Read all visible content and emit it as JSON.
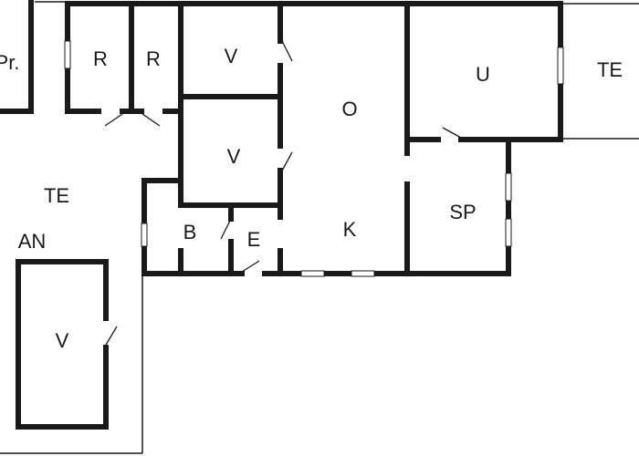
{
  "rooms": [
    {
      "label": "Pr."
    },
    {
      "label": "R"
    },
    {
      "label": "R"
    },
    {
      "label": "V"
    },
    {
      "label": "O"
    },
    {
      "label": "U"
    },
    {
      "label": "TE"
    },
    {
      "label": "V"
    },
    {
      "label": "TE"
    },
    {
      "label": "AN"
    },
    {
      "label": "B"
    },
    {
      "label": "E"
    },
    {
      "label": "K"
    },
    {
      "label": "SP"
    },
    {
      "label": "V"
    }
  ],
  "colors": {
    "wall": "#1a1a1a",
    "background": "#ffffff"
  }
}
